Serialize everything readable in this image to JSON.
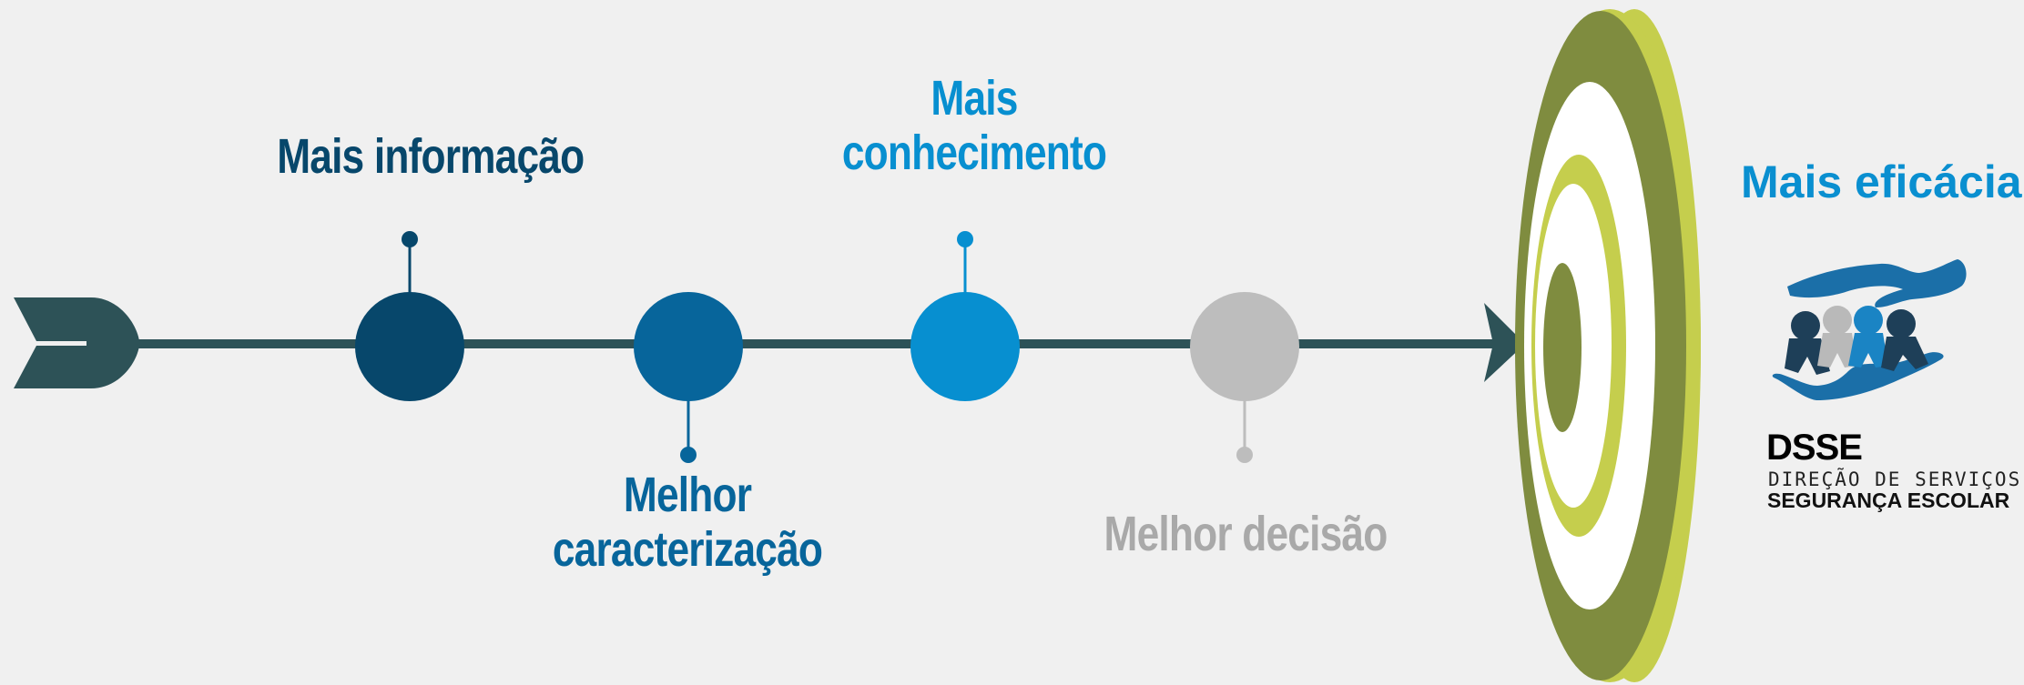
{
  "steps": [
    {
      "label_lines": [
        "Mais informação"
      ],
      "color": "#07476b",
      "position": "above"
    },
    {
      "label_lines": [
        "Melhor",
        "caracterização"
      ],
      "color": "#07659b",
      "position": "below"
    },
    {
      "label_lines": [
        "Mais",
        "conhecimento"
      ],
      "color": "#078fd0",
      "position": "above"
    },
    {
      "label_lines": [
        "Melhor decisão"
      ],
      "color": "#bdbdbd",
      "label_color": "#a9a9a9",
      "position": "below"
    }
  ],
  "goal": {
    "label": "Mais eficácia",
    "color": "#0a8fd0"
  },
  "logo": {
    "title": "DSSE",
    "line1": "DIREÇÃO DE SERVIÇOS",
    "line2": "SEGURANÇA ESCOLAR"
  },
  "colors": {
    "arrow": "#2d5257",
    "target_dark": "#7f8c3f",
    "target_light": "#c5ce4d",
    "target_white": "#ffffff",
    "logo_blue": "#1b6fa8"
  }
}
